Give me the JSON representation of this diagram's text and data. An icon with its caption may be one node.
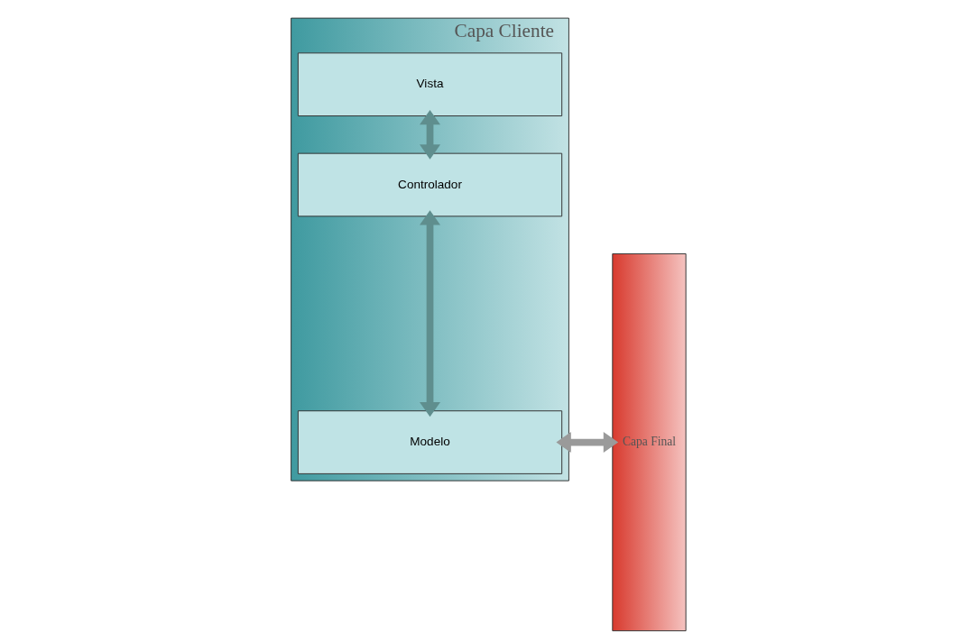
{
  "diagram": {
    "nodes": [
      {
        "text": [
          "Capa Cliente"
        ]
      },
      {
        "text": [
          "Vista"
        ],
        "in": 0
      },
      {
        "text": [
          "Controlador"
        ],
        "in": 0
      },
      {
        "text": [
          "Modelo"
        ],
        "in": 0
      },
      {
        "text": [
          "Capa Final"
        ]
      }
    ],
    "edges": [
      {
        "from": 1,
        "to": 2,
        "arrow": "both"
      },
      {
        "from": 2,
        "to": 3,
        "arrow": "both"
      },
      {
        "from": 3,
        "to": 4,
        "arrow": "both",
        "color": "#9a9a9a"
      }
    ]
  }
}
